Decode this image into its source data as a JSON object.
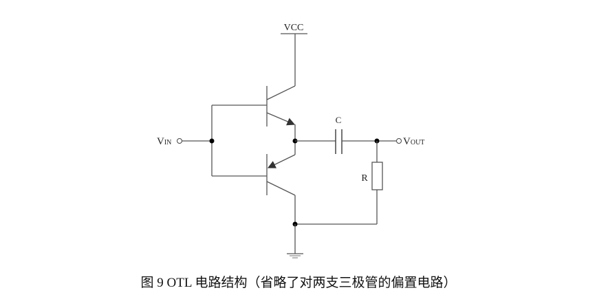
{
  "diagram": {
    "title": "OTL circuit structure",
    "labels": {
      "vcc": "VCC",
      "vin_main": "V",
      "vin_sub": "IN",
      "vout_main": "V",
      "vout_sub": "OUT",
      "capacitor": "C",
      "resistor": "R"
    },
    "components": [
      {
        "id": "Q1",
        "type": "NPN transistor",
        "role": "upper output transistor"
      },
      {
        "id": "Q2",
        "type": "PNP transistor",
        "role": "lower output transistor"
      },
      {
        "id": "C",
        "type": "capacitor",
        "role": "output coupling"
      },
      {
        "id": "R",
        "type": "resistor",
        "role": "load"
      },
      {
        "id": "GND",
        "type": "ground"
      }
    ]
  },
  "caption": "图 9 OTL 电路结构（省略了对两支三极管的偏置电路）"
}
